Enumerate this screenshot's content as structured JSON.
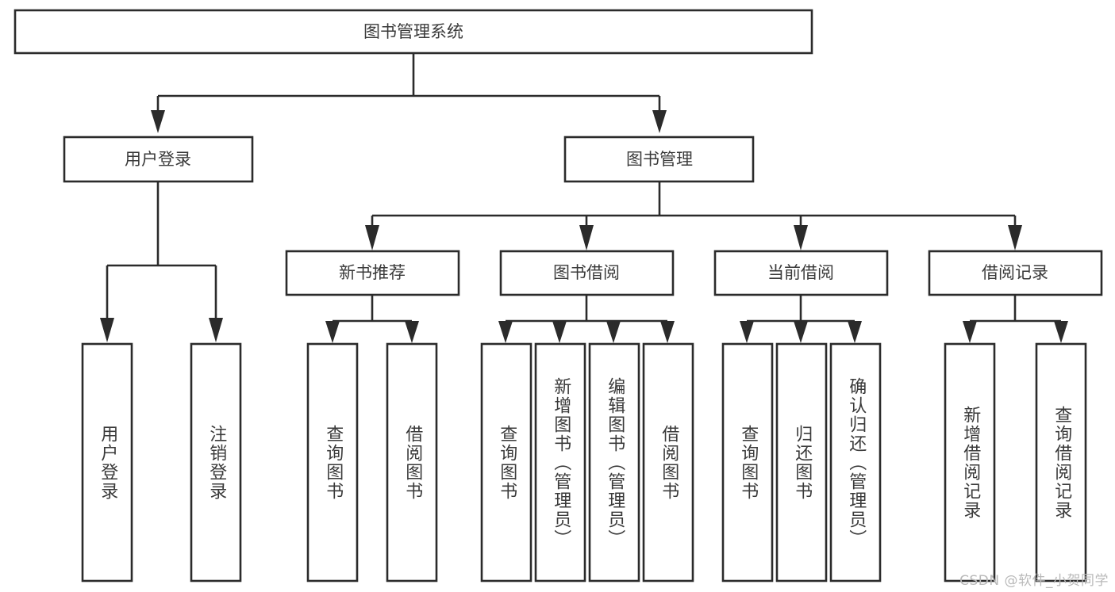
{
  "diagram": {
    "type": "tree-hierarchy",
    "title": "图书管理系统",
    "orientation": "top-down",
    "colors": {
      "background": "#ffffff",
      "box_stroke": "#2b2b2b",
      "box_fill": "#ffffff",
      "text": "#3a3a3a",
      "connector": "#2b2b2b",
      "watermark": "#b9b9b9"
    },
    "root": {
      "label": "图书管理系统"
    },
    "level2": [
      {
        "id": "user-login",
        "label": "用户登录"
      },
      {
        "id": "book-management",
        "label": "图书管理"
      }
    ],
    "level3": [
      {
        "id": "new-book-recommend",
        "label": "新书推荐",
        "parent": "book-management"
      },
      {
        "id": "book-borrow",
        "label": "图书借阅",
        "parent": "book-management"
      },
      {
        "id": "current-borrow",
        "label": "当前借阅",
        "parent": "book-management"
      },
      {
        "id": "borrow-record",
        "label": "借阅记录",
        "parent": "book-management"
      }
    ],
    "leaves": {
      "user-login": [
        {
          "id": "leaf-user-login",
          "label": "用户登录"
        },
        {
          "id": "leaf-logout-login",
          "label": "注销登录"
        }
      ],
      "new-book-recommend": [
        {
          "id": "leaf-query-book-1",
          "label": "查询图书"
        },
        {
          "id": "leaf-borrow-book-1",
          "label": "借阅图书"
        }
      ],
      "book-borrow": [
        {
          "id": "leaf-query-book-2",
          "label": "查询图书"
        },
        {
          "id": "leaf-add-book",
          "label": "新增图书（管理员）"
        },
        {
          "id": "leaf-edit-book",
          "label": "编辑图书（管理员）"
        },
        {
          "id": "leaf-borrow-book-2",
          "label": "借阅图书"
        }
      ],
      "current-borrow": [
        {
          "id": "leaf-query-book-3",
          "label": "查询图书"
        },
        {
          "id": "leaf-return-book",
          "label": "归还图书"
        },
        {
          "id": "leaf-confirm-return",
          "label": "确认归还（管理员）"
        }
      ],
      "borrow-record": [
        {
          "id": "leaf-add-record",
          "label": "新增借阅记录"
        },
        {
          "id": "leaf-query-record",
          "label": "查询借阅记录"
        }
      ]
    }
  },
  "watermark": {
    "text": "CSDN @软件_小贺同学"
  }
}
